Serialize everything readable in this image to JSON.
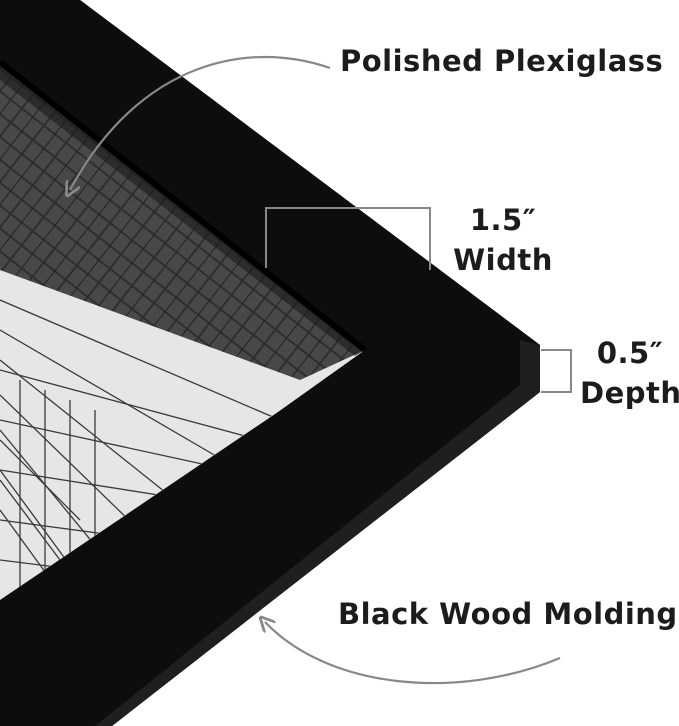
{
  "labels": {
    "plexiglass": "Polished Plexiglass",
    "width_value": "1.5″",
    "width_text": "Width",
    "depth_value": "0.5″",
    "depth_text": "Depth",
    "molding": "Black Wood Molding"
  },
  "colors": {
    "frame": "#0b0b0b",
    "frame_edge": "#1a1a1a",
    "photo_sky": "#e8e8e8",
    "brick": "#3a3a3a",
    "callout_line": "#888888",
    "text": "#1c1c1c",
    "background": "#ffffff"
  }
}
